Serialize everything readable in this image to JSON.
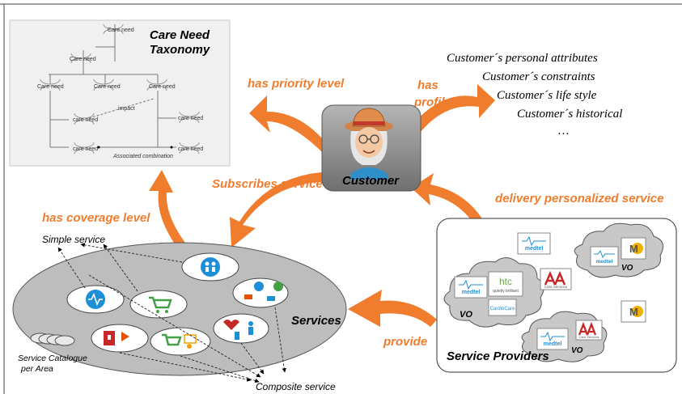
{
  "taxonomy": {
    "title_line1": "Care Need",
    "title_line2": "Taxonomy",
    "node_label": "Care need",
    "node_label_lower": "care need",
    "impact_label": "impact",
    "combination_label": "Associated combination"
  },
  "profile": {
    "attributes": [
      "Customer´s personal attributes",
      "Customer´s constraints",
      "Customer´s life style",
      "Customer´s historical",
      "…"
    ]
  },
  "customer": {
    "label": "Customer"
  },
  "relations": {
    "has_priority_level": "has priority level",
    "has_profile_line1": "has",
    "has_profile_line2": "profile",
    "subscribes_service": "Subscribes service",
    "has_coverage_level": "has coverage level",
    "delivery_personalized_service": "delivery personalized service",
    "provide": "provide"
  },
  "services": {
    "label": "Services",
    "simple_service": "Simple service",
    "composite_service": "Composite service",
    "catalogue_line1": "Service Catalogue",
    "catalogue_line2": "per Area"
  },
  "providers": {
    "label": "Service Providers",
    "vo_label": "VO",
    "medtel": "medtel",
    "htc": "htc",
    "htc_sub": "quietly brilliant",
    "aa_sub": "Care Services",
    "cardiocare": "CardioCare",
    "m_logo": "M"
  },
  "colors": {
    "arrow": "#f07d2e",
    "taxonomy_bg": "#f0f0f0",
    "customer_bg": "#8a8a8a",
    "services_bg": "#bdbdbd",
    "cloud_bg": "#c8c8c8",
    "icon_blue": "#1e8fd6",
    "icon_green": "#43a047",
    "icon_red": "#c62828"
  }
}
